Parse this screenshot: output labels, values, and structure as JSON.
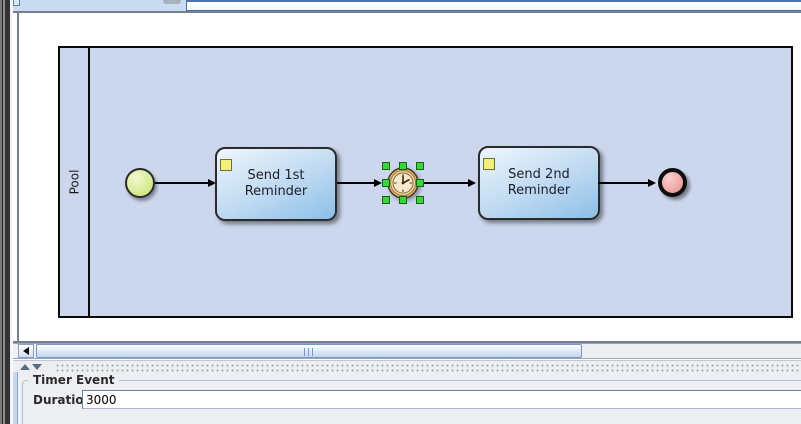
{
  "canvas": {
    "pool": {
      "label": "Pool"
    },
    "tasks": [
      {
        "label": "Send 1st\nReminder"
      },
      {
        "label": "Send 2nd\nReminder"
      }
    ],
    "events": [
      {
        "type": "start-event"
      },
      {
        "type": "timer-event",
        "selected": true
      },
      {
        "type": "end-event"
      }
    ]
  },
  "properties_panel": {
    "group_title": "Timer Event",
    "fields": [
      {
        "label": "Duration",
        "value": "3000"
      }
    ]
  },
  "icons": {
    "timer": "clock-icon",
    "task_marker": "yellow-square-marker",
    "scroll_left": "left-arrow-icon",
    "splitter_up": "up-triangle-icon",
    "splitter_down": "down-triangle-icon"
  },
  "colors": {
    "pool_fill": "#ccd7ee",
    "task_fill_top": "#eef6fd",
    "task_fill_bottom": "#8cbfe7",
    "start_event_fill": "#d5e98f",
    "end_event_fill": "#ec9e9e",
    "timer_face": "#f6e9cf",
    "selection_handle": "#3fd23f",
    "task_marker": "#f3ef7c",
    "top_bar": "#c9ddf1"
  }
}
